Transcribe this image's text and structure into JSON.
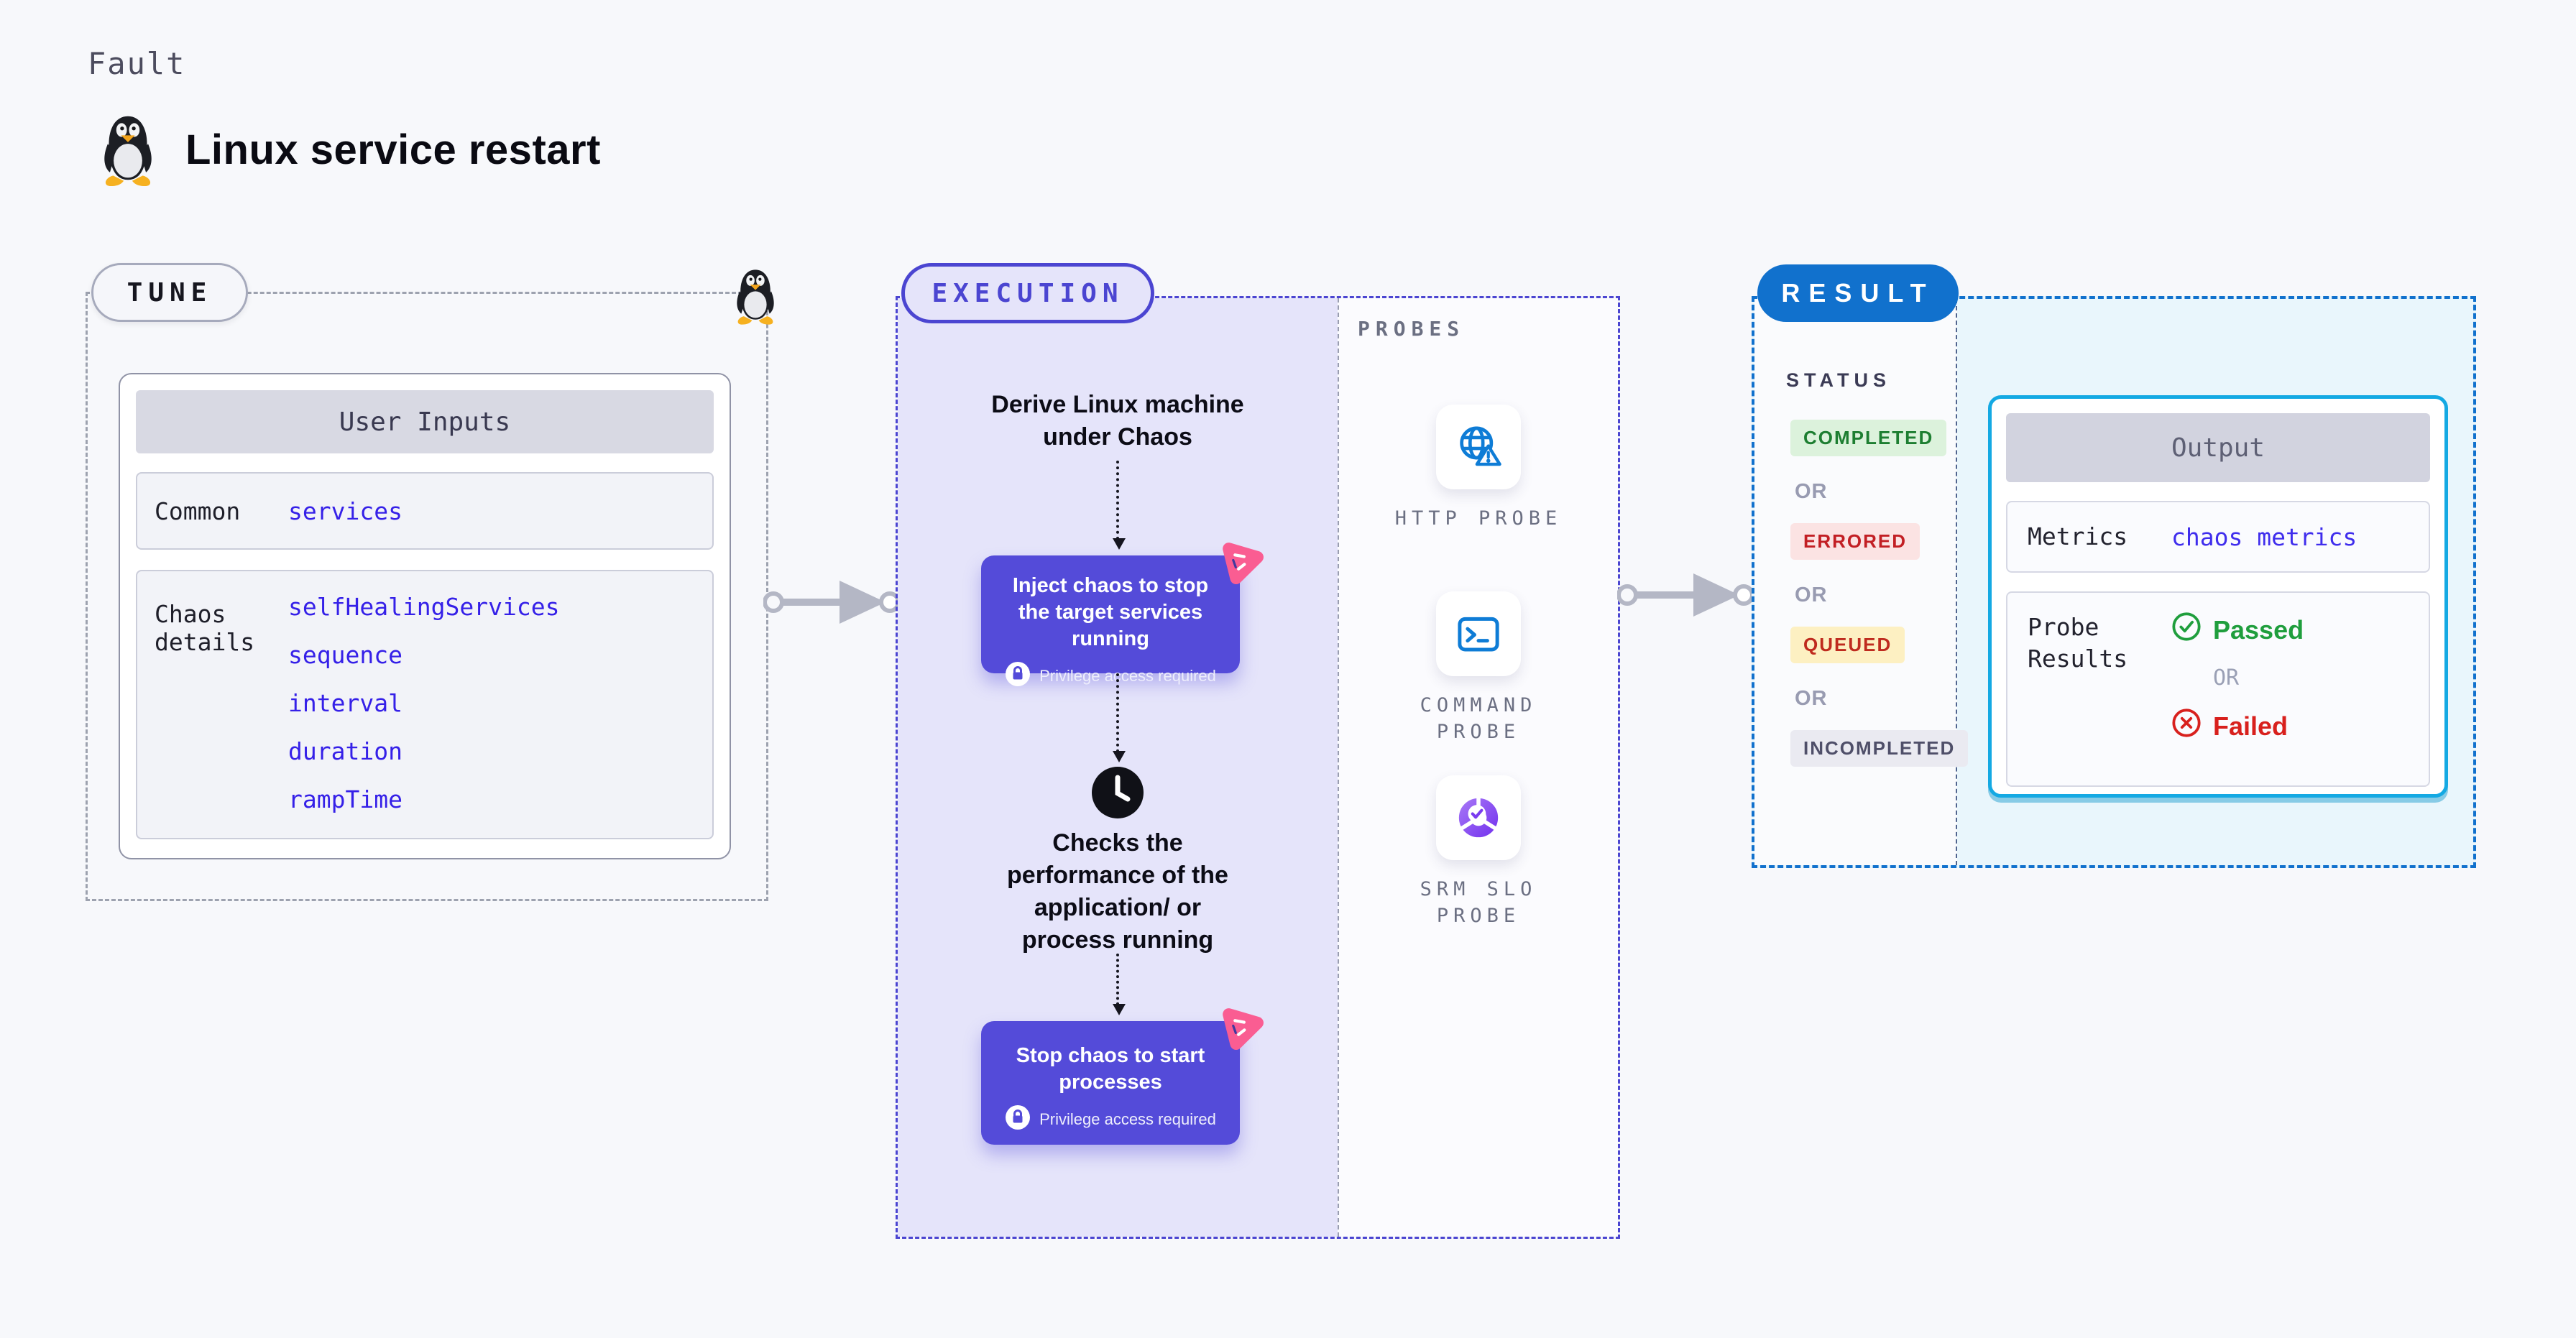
{
  "header": {
    "category": "Fault",
    "title": "Linux service restart",
    "icon": "tux-penguin"
  },
  "tune": {
    "badge": "TUNE",
    "card": {
      "title": "User Inputs",
      "rows": [
        {
          "label": "Common",
          "values": [
            "services"
          ]
        },
        {
          "label": "Chaos details",
          "values": [
            "selfHealingServices",
            "sequence",
            "interval",
            "duration",
            "rampTime"
          ]
        }
      ]
    }
  },
  "execution": {
    "badge": "EXECUTION",
    "step1": "Derive Linux machine under Chaos",
    "card1": {
      "text": "Inject chaos to stop the target services running",
      "note": "Privilege access required"
    },
    "step2": "Checks the performance of the application/ or process running",
    "card2": {
      "text": "Stop chaos to start processes",
      "note": "Privilege access required"
    },
    "probes": {
      "title": "PROBES",
      "items": [
        {
          "label": "HTTP PROBE",
          "icon": "globe-alert-icon"
        },
        {
          "label": "COMMAND PROBE",
          "icon": "terminal-icon"
        },
        {
          "label": "SRM SLO PROBE",
          "icon": "slo-donut-icon"
        }
      ]
    }
  },
  "result": {
    "badge": "RESULT",
    "status": {
      "title": "STATUS",
      "separator": "OR",
      "items": [
        "COMPLETED",
        "ERRORED",
        "QUEUED",
        "INCOMPLETED"
      ]
    },
    "output": {
      "title": "Output",
      "metrics_label": "Metrics",
      "metrics_value": "chaos metrics",
      "probe_label": "Probe Results",
      "passed": "Passed",
      "or": "OR",
      "failed": "Failed"
    }
  },
  "colors": {
    "accent_indigo": "#4b45d1",
    "card_purple": "#544bd9",
    "result_blue": "#1171cd",
    "output_border_cyan": "#14a9e3",
    "link_blue": "#3520e8",
    "passed_green": "#1f9e3d",
    "failed_red": "#d8201d",
    "pink_logo": "#fa5d92"
  }
}
